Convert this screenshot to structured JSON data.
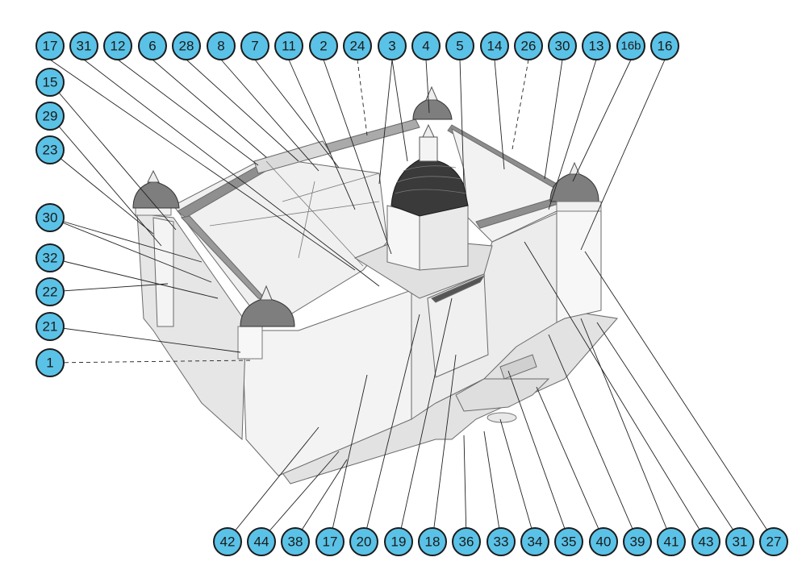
{
  "diagram": {
    "callouts_top": [
      "17",
      "31",
      "12",
      "6",
      "28",
      "8",
      "7",
      "11",
      "2",
      "24",
      "3",
      "4",
      "5",
      "14",
      "26",
      "30",
      "13",
      "16b",
      "16"
    ],
    "callouts_left": [
      "15",
      "29",
      "23",
      "30",
      "32",
      "22",
      "21",
      "1"
    ],
    "callouts_bottom": [
      "42",
      "44",
      "38",
      "17",
      "20",
      "19",
      "18",
      "36",
      "33",
      "34",
      "35",
      "40",
      "39",
      "41",
      "43",
      "31",
      "27"
    ]
  },
  "colors": {
    "callout_fill": "#5bc2e7",
    "callout_stroke": "#1b1b1b",
    "model_light": "#f4f4f4",
    "model_mid": "#dcdcdc",
    "model_dark": "#9a9a9a"
  }
}
